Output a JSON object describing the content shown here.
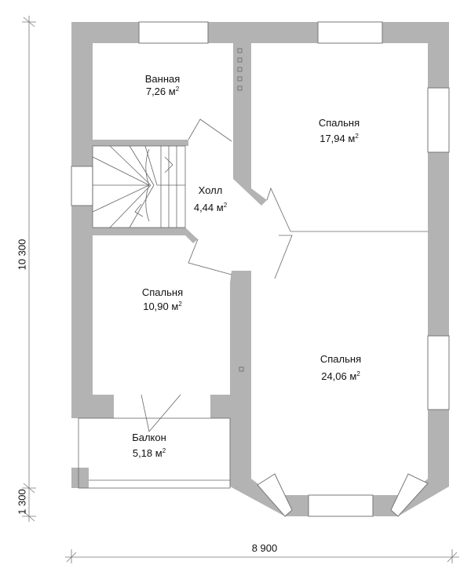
{
  "colors": {
    "wall": "#b3b3b3",
    "line": "#555555",
    "background": "#ffffff"
  },
  "rooms": [
    {
      "name": "Ванная",
      "area": "7,26 м",
      "unit_sup": "2"
    },
    {
      "name": "Спальня",
      "area": "17,94 м",
      "unit_sup": "2"
    },
    {
      "name": "Холл",
      "area": "4,44 м",
      "unit_sup": "2"
    },
    {
      "name": "Спальня",
      "area": "10,90 м",
      "unit_sup": "2"
    },
    {
      "name": "Спальня",
      "area": "24,06 м",
      "unit_sup": "2"
    },
    {
      "name": "Балкон",
      "area": "5,18 м",
      "unit_sup": "2"
    }
  ],
  "dimensions": {
    "height_main": "10 300",
    "height_bay": "1 300",
    "width": "8 900"
  }
}
